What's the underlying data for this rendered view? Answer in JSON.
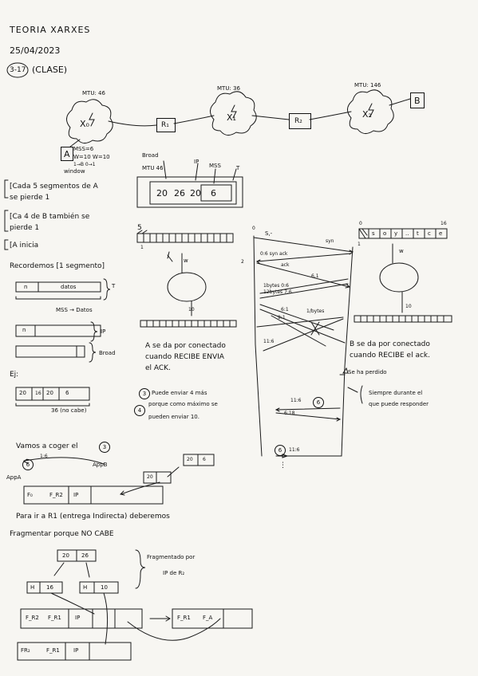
{
  "header": {
    "title": "TEORIA XARXES",
    "date": "25/04/2023",
    "session": "3-17",
    "session_type": "(CLASE)"
  },
  "topology": {
    "x0": {
      "mtu": "MTU: 46",
      "name": "X₀"
    },
    "x1": {
      "mtu": "MTU: 36",
      "name": "X₁"
    },
    "x2": {
      "mtu": "MTU: 146",
      "name": "X₂"
    },
    "r1": "R₁",
    "r2": "R₂",
    "host_a": "A",
    "host_b": "B",
    "a_params": [
      "MSS=6",
      "W=10  W=10",
      "1→B   0→1"
    ],
    "window_label": "window"
  },
  "frame_diagram": {
    "broad_label": "Broad",
    "mtu_label": "MTU 46",
    "ip_label": "IP",
    "mss_label": "MSS",
    "t_label": "T",
    "cells": [
      "20",
      "26",
      "20",
      "6"
    ]
  },
  "notes": {
    "lines": [
      "[Cada 5 segmentos de A",
      "se pierde 1",
      "[Ca 4 de B también se",
      "pierde 1",
      "[A inicia"
    ],
    "recordemos": "Recordemos [1 segmento]",
    "seg_n": "n",
    "seg_datos": "datos",
    "t": "T",
    "mss_datos": "MSS → Datos",
    "ip": "IP",
    "broad": "Broad",
    "ej": "Ej:",
    "ej_cells": [
      "20",
      "16",
      "20",
      "6"
    ],
    "ej_note": "36 (no cabe)"
  },
  "timeline": {
    "left": {
      "num5": "5",
      "num1": "1",
      "w": "w",
      "ten": "10",
      "caption": [
        "A se da por conectado",
        "cuando RECIBE ENVIA",
        "el ACK."
      ],
      "note3": "Puede enviar 4 más",
      "note4": [
        "porque como máximo se",
        "pueden enviar 10."
      ]
    },
    "right": {
      "num16": "16",
      "num1": "1",
      "zero": "0",
      "w": "w",
      "ten": "10",
      "cells": [
        "s",
        "o",
        "y",
        "..",
        "t",
        "c",
        "e"
      ],
      "caption": [
        "B se da por conectado",
        "cuando RECIBE el ack."
      ]
    },
    "messages": {
      "m1": "S,-",
      "syn": "syn",
      "m2": "0:6 syn ack",
      "ack": "ack",
      "m3": "6,1",
      "bytes1": "1bytes 0:6",
      "bytes2": "12bytes 7:6",
      "m4": "6:1",
      "m5": "9:1",
      "m6": "1/bytes",
      "m7": "11:6",
      "m8": "11:6",
      "m9": "6:18",
      "m10": "11:6",
      "z0": "0",
      "z2": "2",
      "circ2": "2",
      "circ6": "6",
      "circ4": "4",
      "lost": "Se ha perdido",
      "always": [
        "Siempre durante el",
        "que puede responder"
      ],
      "dots": "⋮"
    }
  },
  "section2": {
    "title": "Vamos a coger el",
    "circ": "3",
    "seg": "1:6",
    "circ6": "6",
    "app_b": "AppB",
    "app_a": "AppA",
    "box1": [
      "20",
      "6"
    ],
    "box2": "20",
    "frame": {
      "a": "F₀",
      "b": "F_R2",
      "ip": "IP"
    }
  },
  "section3": {
    "line1": "Para ir a R1 (entrega Indirecta) deberemos",
    "line2": "Fragmentar porque NO CABE",
    "top": [
      "20",
      "26"
    ],
    "f1": [
      "H",
      "16"
    ],
    "f2": [
      "H",
      "10"
    ],
    "brace_note": [
      "Fragmentado por",
      "IP de R₂"
    ],
    "frame1": {
      "a": "F_R2",
      "b": "F_R1",
      "ip": "IP"
    },
    "frame2": {
      "a": "F_R1",
      "b": "F_A"
    },
    "frame3": {
      "a": "FR₂",
      "b": "F_R1",
      "ip": "IP"
    }
  }
}
